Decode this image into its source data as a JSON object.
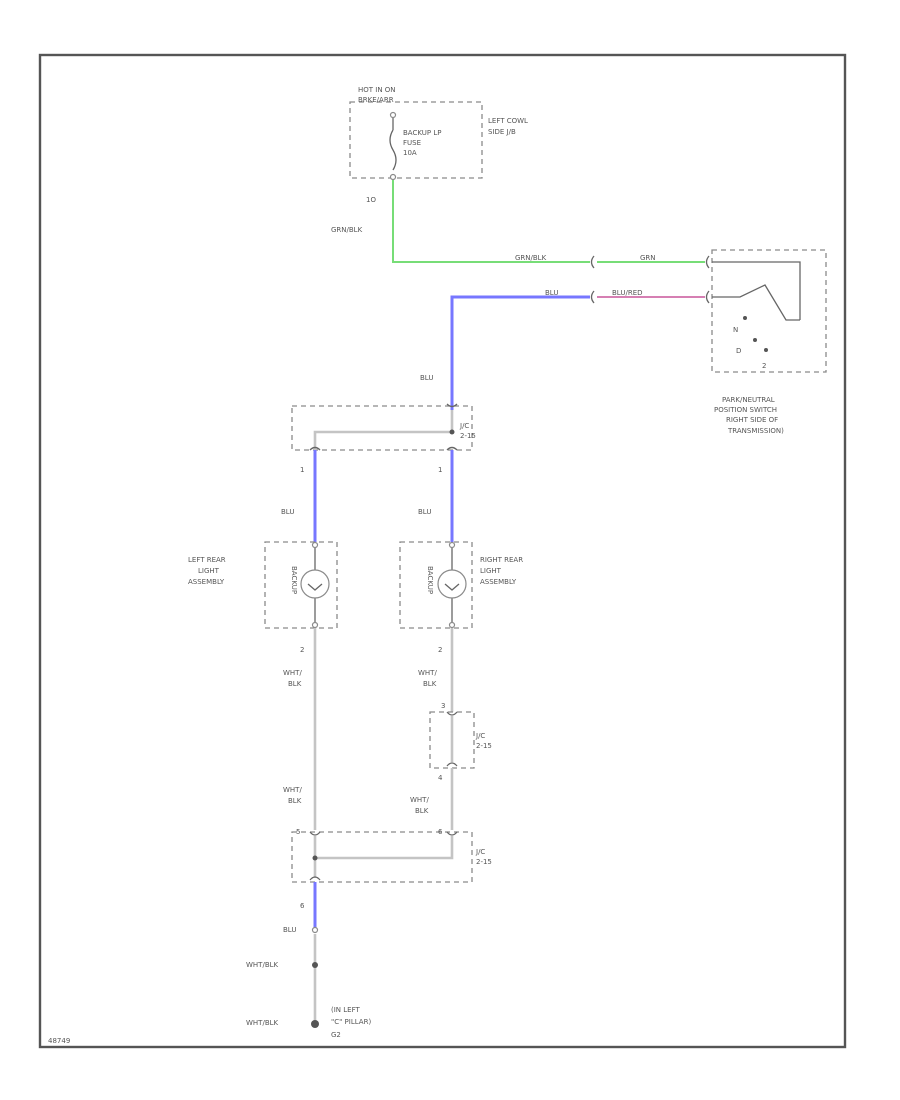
{
  "fuse_box": {
    "title_line1": "HOT IN ON",
    "title_line2": "BRKE/ARR",
    "location_line1": "LEFT COWL",
    "location_line2": "SIDE J/B",
    "fuse_line1": "BACKUP LP",
    "fuse_line2": "FUSE",
    "fuse_line3": "10A",
    "pin": "1O"
  },
  "wires": {
    "fuse_out_color": "GRN/BLK",
    "to_switch_color": "GRN/BLK",
    "switch_in_color": "GRN",
    "switch_out_color": "BLU/RED",
    "switch_return_color": "BLU",
    "vertical_blu": "BLU"
  },
  "switch": {
    "name_line1": "PARK/NEUTRAL",
    "name_line2": "POSITION SWITCH",
    "name_line3": "RIGHT SIDE OF",
    "name_line4": "TRANSMISSION)",
    "pos_n": "N",
    "pos_d": "D",
    "pos_2": "2"
  },
  "top_jc": {
    "name": "J/C",
    "code": "2-15"
  },
  "left_lamp": {
    "line1": "LEFT REAR",
    "line2": "LIGHT",
    "line3": "ASSEMBLY",
    "inner": "BACKUP",
    "wire_in": "BLU",
    "wire_out_1": "WHT/",
    "wire_out_2": "BLK"
  },
  "right_lamp": {
    "line1": "RIGHT REAR",
    "line2": "LIGHT",
    "line3": "ASSEMBLY",
    "inner": "BACKUP",
    "wire_in": "BLU",
    "wire_out_1": "WHT/",
    "wire_out_2": "BLK"
  },
  "mid_jc": {
    "name": "J/C",
    "code": "2-15"
  },
  "lower_wires": {
    "left_1": "WHT/",
    "left_2": "BLK",
    "right_1": "WHT/",
    "right_2": "BLK"
  },
  "bottom_jc": {
    "name": "J/C",
    "code": "2-15"
  },
  "ground": {
    "wire_blu": "BLU",
    "wire_upper": "WHT/BLK",
    "wire_lower": "WHT/BLK",
    "label_line1": "(IN LEFT",
    "label_line2": "\"C\" PILLAR)",
    "label_line3": "G2"
  },
  "pins": {
    "one": "1",
    "two": "2",
    "three": "3",
    "four": "4",
    "five": "5",
    "six": "6"
  },
  "footer_code": "48749"
}
